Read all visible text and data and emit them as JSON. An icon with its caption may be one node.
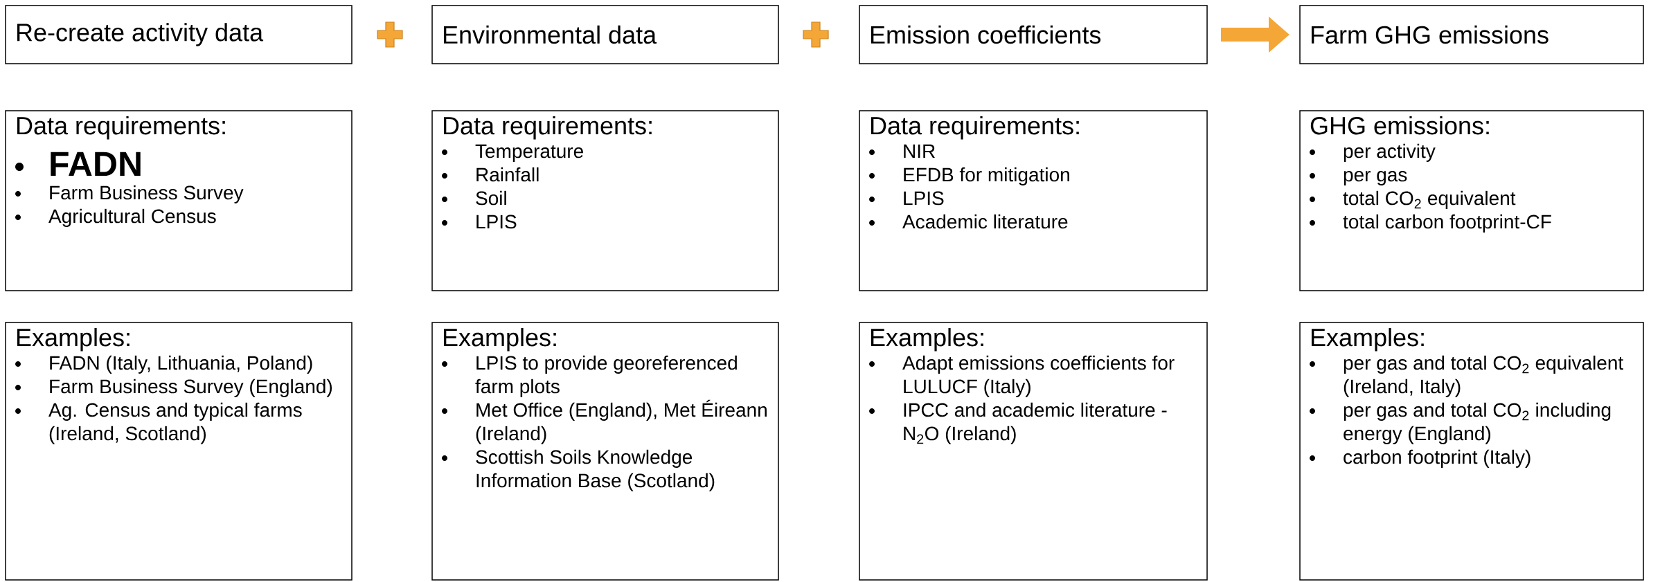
{
  "diagram": {
    "nodes": [
      {
        "text": [
          "Re-create activity data"
        ]
      },
      {
        "text": [
          "Environmental data"
        ]
      },
      {
        "text": [
          "Emission coefficients"
        ]
      },
      {
        "text": [
          "Farm GHG emissions"
        ]
      },
      {
        "text": [
          "Data requirements:",
          "FADN",
          "Farm Business Survey",
          "Agricultural Census"
        ]
      },
      {
        "text": [
          "Data requirements:",
          "Temperature",
          "Rainfall",
          "Soil",
          "LPIS"
        ]
      },
      {
        "text": [
          "Data requirements:",
          "NIR",
          "EFDB for mitigation",
          "LPIS",
          "Academic literature"
        ]
      },
      {
        "text": [
          "GHG emissions:",
          "per activity",
          "per gas",
          "total CO$_{2}$ equivalent",
          "total carbon footprint-CF"
        ]
      },
      {
        "text": [
          "Examples:",
          "FADN (Italy, Lithuania, Poland)",
          "Farm Business Survey (England)",
          "Ag. Census and typical farms (Ireland, Scotland)"
        ]
      },
      {
        "text": [
          "Examples:",
          "LPIS to provide georeferenced farm plots",
          "Met Office (England), Met Éireann (Ireland)",
          "Scottish Soils Knowledge Information Base (Scotland)"
        ]
      },
      {
        "text": [
          "Examples:",
          "Adapt emissions coefficients for LULUCF (Italy)",
          "IPCC and academic literature - N$_{2}$O (Ireland)"
        ]
      },
      {
        "text": [
          "Examples:",
          "per gas and total CO$_{2}$ equivalent (Ireland, Italy)",
          "per gas and total CO$_{2}$ including energy (England)",
          "carbon footprint (Italy)"
        ]
      }
    ],
    "edges": [
      {
        "from": 2,
        "to": 3,
        "arrow": "to"
      }
    ]
  }
}
